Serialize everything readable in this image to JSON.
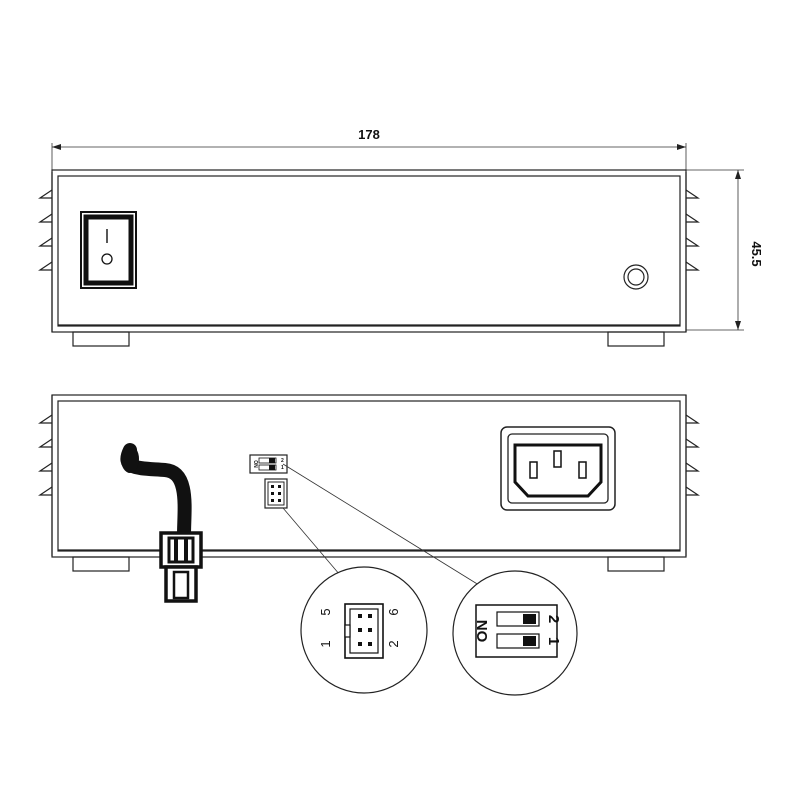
{
  "dimensions": {
    "width": "178",
    "height": "45.5"
  },
  "front_view": {
    "switch_on_mark": "I",
    "switch_off_mark": "O"
  },
  "connector_detail": {
    "pins": {
      "p5": "5",
      "p6": "6",
      "p1": "1",
      "p2": "2"
    }
  },
  "dip_switch_detail": {
    "on_label": "ON",
    "switch_1": "1",
    "switch_2": "2"
  }
}
